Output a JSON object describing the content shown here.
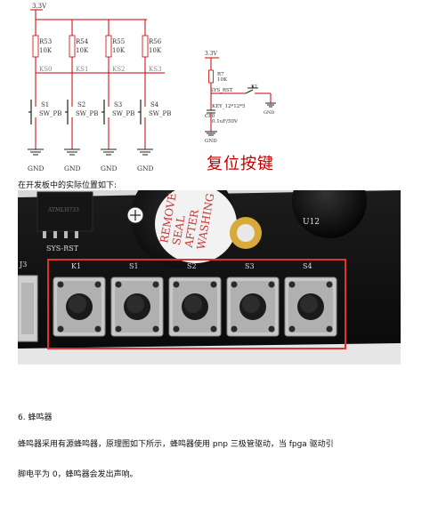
{
  "schematic": {
    "vcc_label": "3.3V",
    "resistors": [
      {
        "ref": "R53",
        "value": "10K",
        "net": "KS0",
        "switch": "S1",
        "type": "SW_PB"
      },
      {
        "ref": "R54",
        "value": "10K",
        "net": "KS1",
        "switch": "S2",
        "type": "SW_PB"
      },
      {
        "ref": "R55",
        "value": "10K",
        "net": "KS2",
        "switch": "S3",
        "type": "SW_PB"
      },
      {
        "ref": "R56",
        "value": "10K",
        "net": "KS3",
        "switch": "S4",
        "type": "SW_PB"
      }
    ],
    "gnd_label": "GND"
  },
  "reset_schematic": {
    "vcc_label": "3.3V",
    "resistor_ref": "R7",
    "resistor_value": "10K",
    "net": "SYS_RST",
    "key_ref": "K1",
    "key_type": "KEY_12*12*5",
    "cap_ref": "C80",
    "cap_value": "0.1uF/50V",
    "gnd_label": "GND",
    "title": "复位按键"
  },
  "caption": "在开发板中的实际位置如下:",
  "photo": {
    "silk_sys_rst": "SYS-RST",
    "silk_keys": [
      "K1",
      "S1",
      "S2",
      "S3",
      "S4"
    ],
    "silk_u12": "U12",
    "silk_j3": "J3",
    "buzzer_sticker": [
      "REMOVE",
      "SEAL",
      "AFTER",
      "WASHING"
    ],
    "highlight_color": "#e03030"
  },
  "section": {
    "heading": "6. 蜂鸣器",
    "para_line1": "蜂鸣器采用有源蜂鸣器，原理图如下所示，蜂鸣器使用 pnp 三极管驱动，当 fpga 驱动引",
    "para_line2": "脚电平为 0，蜂鸣器会发出声响。"
  }
}
